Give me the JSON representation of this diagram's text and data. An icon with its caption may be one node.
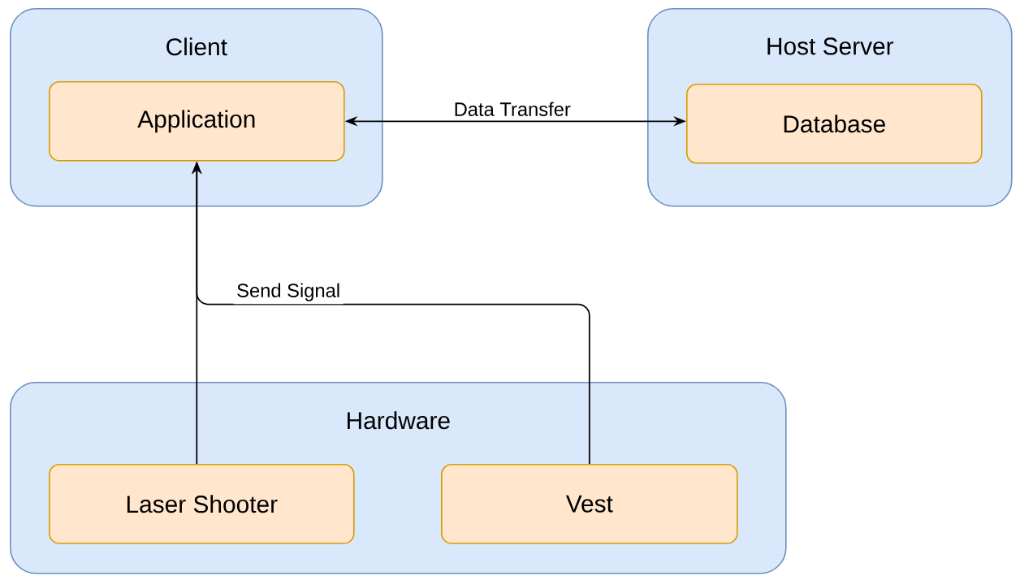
{
  "diagram": {
    "nodes": [
      {
        "text": [
          "Client"
        ]
      },
      {
        "text": [
          "Application"
        ],
        "in": 0
      },
      {
        "text": [
          "Host Server"
        ]
      },
      {
        "text": [
          "Database"
        ],
        "in": 2
      },
      {
        "text": [
          "Hardware"
        ]
      },
      {
        "text": [
          "Laser Shooter"
        ],
        "in": 4
      },
      {
        "text": [
          "Vest"
        ],
        "in": 4
      }
    ],
    "edges": [
      {
        "from": 1,
        "to": 3,
        "arrow": "both",
        "label": "Data Transfer"
      },
      {
        "from": 5,
        "to": 1,
        "arrow": "to"
      },
      {
        "from": 6,
        "to": 1,
        "arrow": "to",
        "label": "Send Signal"
      }
    ]
  }
}
